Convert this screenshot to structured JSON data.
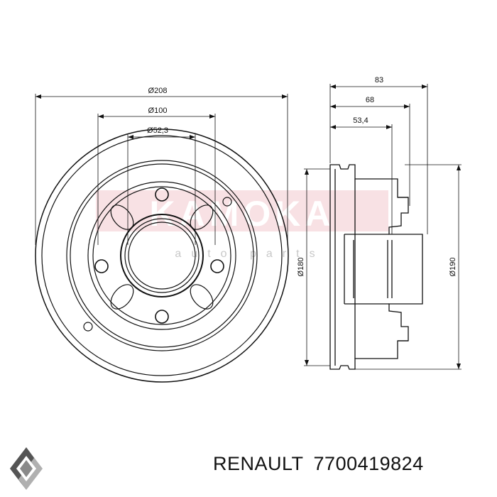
{
  "drawing": {
    "dimensions": {
      "outer_diameter": "Ø208",
      "bolt_circle": "Ø100",
      "center_bore": "Ø52,3",
      "inner_diameter": "Ø180",
      "drum_diameter": "Ø190",
      "total_width": "83",
      "width_68": "68",
      "width_53": "53,4"
    },
    "watermark": {
      "brand": "KAMOKA",
      "sub": "auto parts"
    },
    "colors": {
      "line": "#111111",
      "watermark": "#e8a0a8",
      "logo_dark": "#555555",
      "logo_light": "#b0b0b0"
    }
  },
  "caption": {
    "brand": "RENAULT",
    "part_number": "7700419824"
  }
}
